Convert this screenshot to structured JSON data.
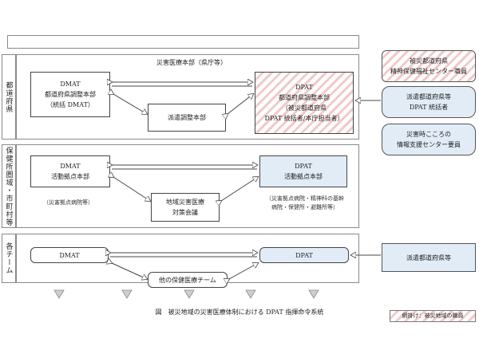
{
  "top_bar": "",
  "section_titles": {
    "prefecture": "都道府県",
    "health_area": "保健所圏域・市町村等",
    "team": "各チーム"
  },
  "band1": {
    "header": "災害医療本部（県庁等）",
    "dmat_box": [
      "DMAT",
      "都道府県調整本部",
      "（統括 DMAT）"
    ],
    "dispatch_coord": "派遣調整本部",
    "dpat_box": [
      "DPAT",
      "都道府県調整本部",
      "（被災都道府県",
      "DPAT 統括者/本庁担当者）"
    ]
  },
  "band2": {
    "dmat_box": [
      "DMAT",
      "活動拠点本部"
    ],
    "dmat_note": "（災害拠点病院等）",
    "regional_council": [
      "地域災害医療",
      "対策会議"
    ],
    "dpat_box": [
      "DPAT",
      "活動拠点本部"
    ],
    "dpat_note": [
      "（災害拠点病院・精神科の基幹",
      "病院・保健所・避難所等）"
    ]
  },
  "band3": {
    "dmat": "DMAT",
    "dpat": "DPAT",
    "other_teams": "他の保健医療チーム"
  },
  "right_boxes": {
    "affected_pref": [
      "被災都道府県",
      "精神保健福祉センター職員"
    ],
    "dispatch_pref": [
      "派遣都道府県等",
      "DPAT 統括者"
    ],
    "support_center": [
      "災害時こころの",
      "情報支援センター要員"
    ],
    "dispatch_pref_team": "派遣都道府県等"
  },
  "caption": "図　被災地域の災害医療体制における DPAT 指揮命令系統",
  "legend": "網掛け：被災地域の職員",
  "colors": {
    "blue_fill": "#e2ecf7",
    "hatch_pink": "#f2c9cc",
    "border": "#444444"
  }
}
